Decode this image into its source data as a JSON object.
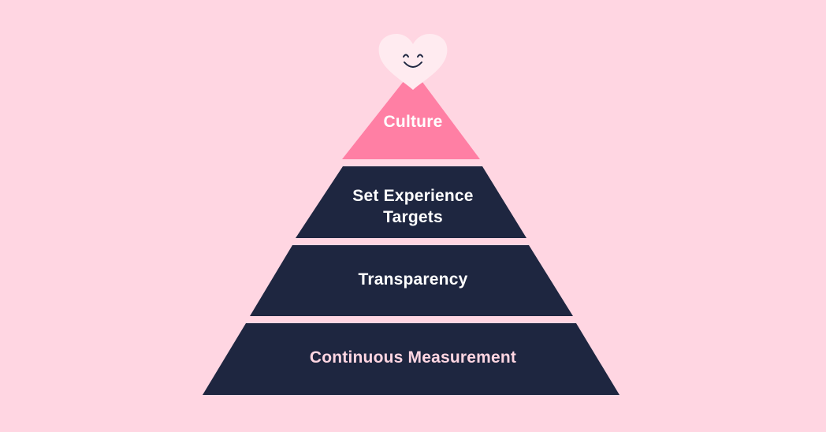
{
  "diagram": {
    "type": "pyramid",
    "top_icon": "smiling-heart-icon",
    "tiers": [
      {
        "label": "Culture",
        "color": "#ff7fa4",
        "text_color": "#ffffff"
      },
      {
        "label_line1": "Set Experience",
        "label_line2": "Targets",
        "color": "#1e2640",
        "text_color": "#ffffff"
      },
      {
        "label": "Transparency",
        "color": "#1e2640",
        "text_color": "#ffffff"
      },
      {
        "label": "Continuous Measurement",
        "color": "#1e2640",
        "text_color": "#ffd6e2"
      }
    ]
  },
  "colors": {
    "background": "#ffd6e2",
    "heart": "#ffebf0",
    "accent": "#ff7fa4",
    "dark": "#1e2640"
  }
}
